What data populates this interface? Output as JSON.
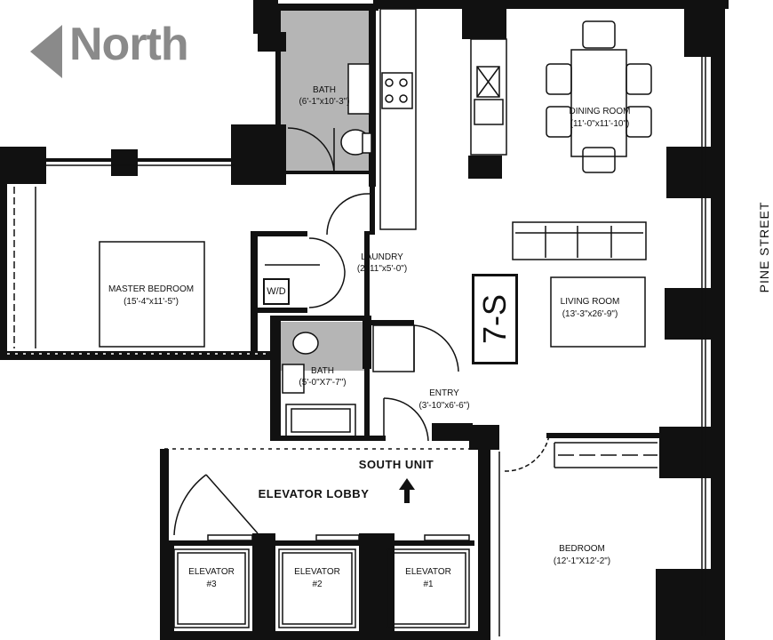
{
  "compass": {
    "label": "North"
  },
  "street": {
    "label": "PINE STREET"
  },
  "unit": {
    "code": "7-S",
    "south_unit": "SOUTH UNIT"
  },
  "rooms": {
    "bath_main": {
      "name": "BATH",
      "dims": "(6'-1\"x10'-3\")"
    },
    "dining": {
      "name": "DINING ROOM",
      "dims": "(11'-0\"x11'-10\")"
    },
    "laundry": {
      "name": "LAUNDRY",
      "dims": "(2'-11\"x5'-0\")"
    },
    "master": {
      "name": "MASTER BEDROOM",
      "dims": "(15'-4\"x11'-5\")"
    },
    "living": {
      "name": "LIVING ROOM",
      "dims": "(13'-3\"x26'-9\")"
    },
    "bath_small": {
      "name": "BATH",
      "dims": "(5'-0\"X7'-7\")"
    },
    "entry": {
      "name": "ENTRY",
      "dims": "(3'-10\"x6'-6\")"
    },
    "bedroom": {
      "name": "BEDROOM",
      "dims": "(12'-1\"X12'-2\")"
    },
    "washer_dryer": "W/D"
  },
  "lobby": {
    "name": "ELEVATOR LOBBY",
    "elevators": [
      {
        "line1": "ELEVATOR",
        "line2": "#3"
      },
      {
        "line1": "ELEVATOR",
        "line2": "#2"
      },
      {
        "line1": "ELEVATOR",
        "line2": "#1"
      }
    ]
  }
}
